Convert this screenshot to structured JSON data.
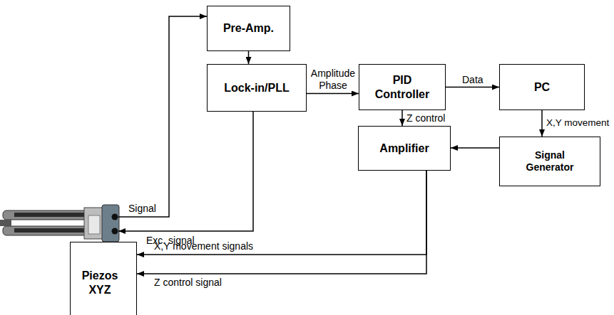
{
  "diagram": {
    "nodes": [
      {
        "text": [
          "Pre-Amp."
        ]
      },
      {
        "text": [
          "Lock-in/PLL"
        ]
      },
      {
        "text": [
          "PID Controller"
        ]
      },
      {
        "text": [
          "PC"
        ]
      },
      {
        "text": [
          "Amplifier"
        ]
      },
      {
        "text": [
          "Signal Generator"
        ]
      },
      {
        "text": [
          "Piezos XYZ"
        ]
      }
    ],
    "edges": [
      {
        "from": 0,
        "to": 1,
        "arrow": "to"
      },
      {
        "from": 1,
        "to": 2,
        "label": "Amplitude Phase",
        "arrow": "to"
      },
      {
        "from": 2,
        "to": 3,
        "label": "Data",
        "arrow": "to"
      },
      {
        "from": 2,
        "to": 4,
        "label": "Z control",
        "arrow": "to"
      },
      {
        "from": 3,
        "to": 5,
        "label": "X,Y movement",
        "arrow": "to"
      },
      {
        "from": 5,
        "to": 4,
        "arrow": "to"
      },
      {
        "from": 4,
        "to": 6,
        "label": "X,Y movement signals",
        "arrow": "to"
      },
      {
        "from": 4,
        "to": 6,
        "label": "Z control signal",
        "arrow": "to"
      }
    ],
    "labels": [
      "Signal",
      "Exc. signal"
    ]
  }
}
